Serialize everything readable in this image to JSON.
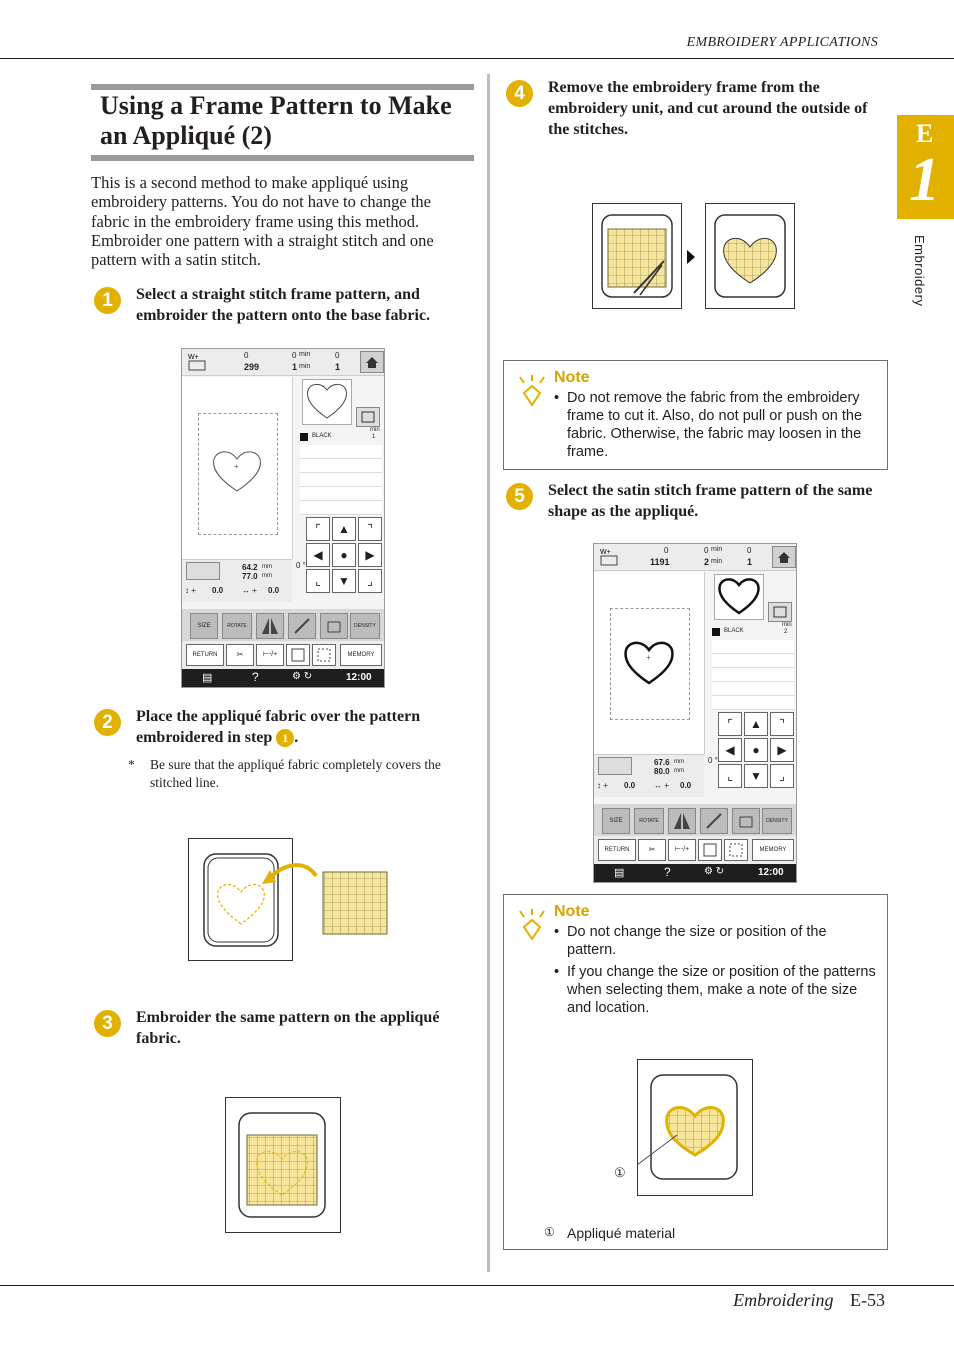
{
  "header": {
    "section": "EMBROIDERY APPLICATIONS"
  },
  "side_tab": {
    "letter": "E",
    "chapter": "1",
    "label": "Embroidery"
  },
  "title": {
    "line1": "Using a Frame Pattern to Make",
    "line2": "an Appliqué (2)"
  },
  "intro": "This is a second method to make appliqué using embroidery patterns. You do not have to change the fabric in the embroidery frame using this method. Embroider one pattern with a straight stitch and one pattern with a satin stitch.",
  "steps": [
    {
      "num": "1",
      "text": "Select a straight stitch frame pattern, and embroider the pattern onto the base fabric."
    },
    {
      "num": "2",
      "text": "Place the appliqué fabric over the pattern embroidered in step",
      "ref": "1",
      "end": ".",
      "sub_mark": "*",
      "sub": "Be sure that the appliqué fabric completely covers the stitched line."
    },
    {
      "num": "3",
      "text": "Embroider the same pattern on the appliqué fabric."
    },
    {
      "num": "4",
      "text": "Remove the embroidery frame from the embroidery unit, and cut around the outside of the stitches."
    },
    {
      "num": "5",
      "text": "Select the satin stitch frame pattern of the same shape as the appliqué."
    }
  ],
  "notes": [
    {
      "title": "Note",
      "items": [
        "Do not remove the fabric from the embroidery frame to cut it. Also, do not pull or push on the fabric. Otherwise, the fabric may loosen in the frame."
      ]
    },
    {
      "title": "Note",
      "items": [
        "Do not change the size or position of the pattern.",
        "If you change the size or position of the patterns when selecting them, make a note of the size and location."
      ],
      "callout": "①",
      "caption_mark": "①",
      "caption": "Appliqué material"
    }
  ],
  "screens": [
    {
      "stitch": "299",
      "time_total": "0",
      "time_unit": "min",
      "time_left": "1",
      "time_left_unit": "min",
      "color_total": "0",
      "color_count": "1",
      "thread": "BLACK",
      "min_label": "min",
      "min_val": "1",
      "width": "64.2",
      "height": "77.0",
      "unit": "mm",
      "angle": "0 °",
      "offset_y": "0.0",
      "offset_x": "0.0",
      "buttons": [
        "SIZE",
        "ROTATE",
        "DENSITY"
      ],
      "bottom": [
        "RETURN",
        "MEMORY"
      ],
      "clock": "12:00",
      "help": "?"
    },
    {
      "stitch": "1191",
      "time_total": "0",
      "time_unit": "min",
      "time_left": "2",
      "time_left_unit": "min",
      "color_total": "0",
      "color_count": "1",
      "thread": "BLACK",
      "min_label": "min",
      "min_val": "2",
      "width": "67.6",
      "height": "80.0",
      "unit": "mm",
      "angle": "0 °",
      "offset_y": "0.0",
      "offset_x": "0.0",
      "buttons": [
        "SIZE",
        "ROTATE",
        "DENSITY"
      ],
      "bottom": [
        "RETURN",
        "MEMORY"
      ],
      "clock": "12:00",
      "help": "?"
    }
  ],
  "footer": {
    "section": "Embroidering",
    "page": "E-53"
  },
  "colors": {
    "accent": "#e2b100",
    "note_title": "#d6a300",
    "fabric": "#f6e59a",
    "screen_button": "#c9c9c9"
  }
}
